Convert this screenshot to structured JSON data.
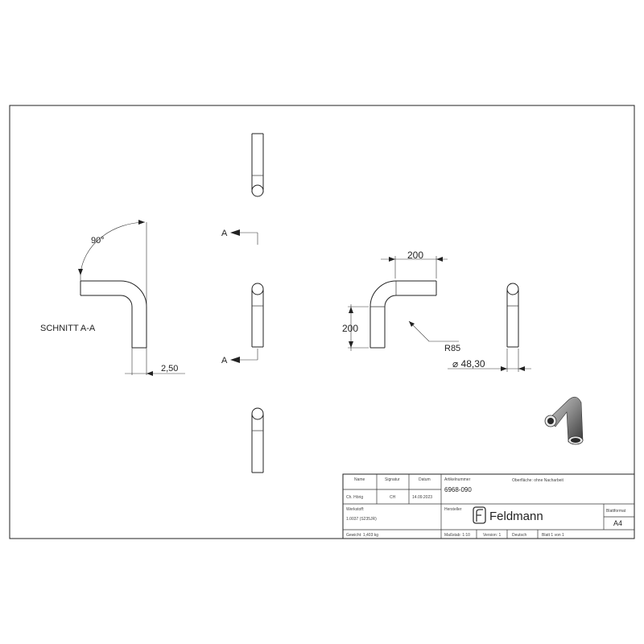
{
  "views": {
    "section_title": "SCHNITT A-A",
    "angle": "90°",
    "wall_thickness": "2,50",
    "section_marker": "A",
    "dim_length_top": "200",
    "dim_length_side": "200",
    "radius": "R85",
    "diameter": "⌀ 48,30"
  },
  "title_block": {
    "col_name": "Name",
    "col_signatur": "Signatur",
    "col_datum": "Datum",
    "author_name": "Ch. Hörig",
    "author_sig": "CH",
    "author_date": "14.09.2023",
    "artikel_label": "Artikelnummer",
    "artikel_value": "6968-090",
    "oberflaeche": "Oberfläche: ohne Nacharbeit",
    "werkstoff_label": "Werkstoff:",
    "werkstoff_value": "1.0037 (S235JR)",
    "hersteller_label": "Hersteller",
    "brand": "Feldmann",
    "blattformat_label": "Blattformat",
    "blattformat_value": "A4",
    "gewicht": "Gewicht: 1,403 kg",
    "massstab": "Maßstab: 1:10",
    "version": "Version: 1",
    "sprache": "Deutsch",
    "blatt": "Blatt 1 von 1"
  },
  "colors": {
    "line": "#222222",
    "paper": "#ffffff",
    "shade": "#555555"
  }
}
